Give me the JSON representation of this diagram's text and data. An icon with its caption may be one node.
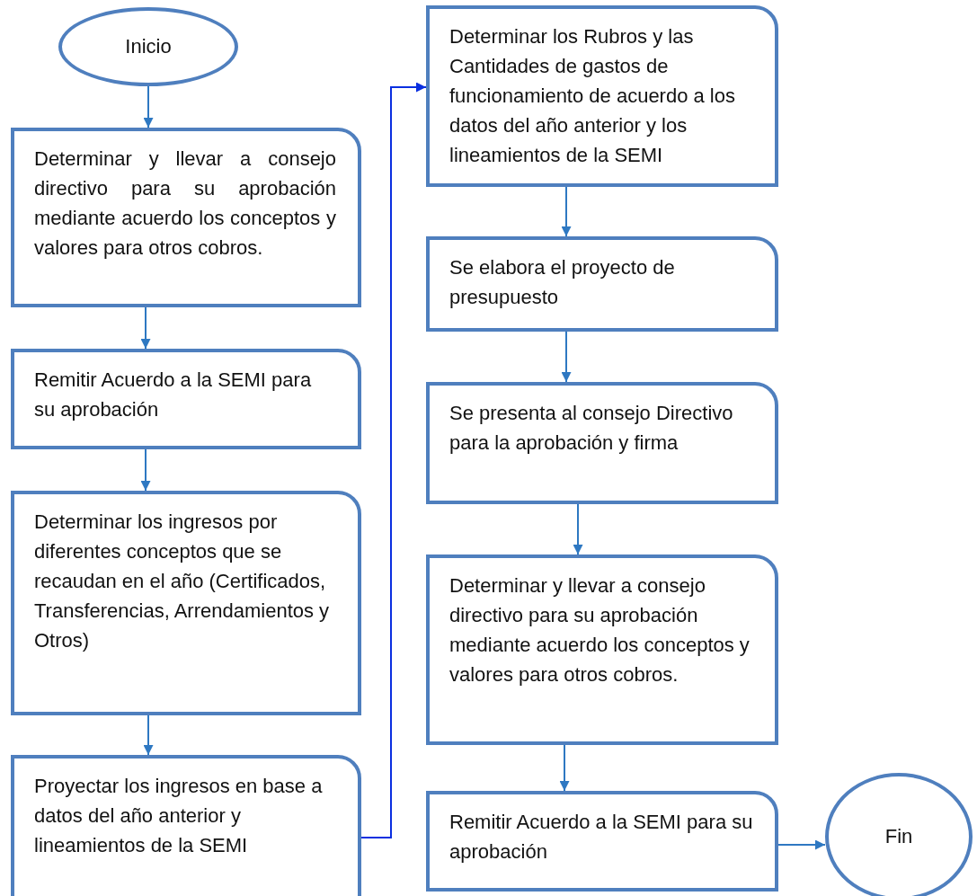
{
  "diagram": {
    "nodes": [
      {
        "text": [
          "Inicio"
        ]
      },
      {
        "text": [
          "Determinar y llevar a consejo directivo para su aprobación mediante acuerdo los conceptos y valores para otros cobros."
        ]
      },
      {
        "text": [
          "Remitir Acuerdo a la SEMI para su aprobación"
        ]
      },
      {
        "text": [
          "Determinar los ingresos por diferentes conceptos que se recaudan en el año (Certificados, Transferencias, Arrendamientos y Otros)"
        ]
      },
      {
        "text": [
          "Proyectar los ingresos en base a datos del año anterior y lineamientos de la SEMI"
        ]
      },
      {
        "text": [
          "Determinar los Rubros y las Cantidades de gastos de funcionamiento de acuerdo a los datos del año anterior y los lineamientos de la SEMI"
        ]
      },
      {
        "text": [
          "Se elabora el proyecto de presupuesto"
        ]
      },
      {
        "text": [
          "Se presenta al consejo Directivo para la aprobación y firma"
        ]
      },
      {
        "text": [
          "Determinar y llevar a consejo directivo para su aprobación mediante acuerdo los conceptos y valores para otros cobros."
        ]
      },
      {
        "text": [
          "Remitir Acuerdo a la SEMI para su aprobación"
        ]
      },
      {
        "text": [
          "Fin"
        ]
      }
    ],
    "edges": [
      {
        "from": 0,
        "to": 1,
        "arrow": "to"
      },
      {
        "from": 1,
        "to": 2,
        "arrow": "to"
      },
      {
        "from": 2,
        "to": 3,
        "arrow": "to"
      },
      {
        "from": 3,
        "to": 4,
        "arrow": "to"
      },
      {
        "from": 4,
        "to": 5,
        "arrow": "to",
        "color": "#0a2fe0"
      },
      {
        "from": 5,
        "to": 6,
        "arrow": "to"
      },
      {
        "from": 6,
        "to": 7,
        "arrow": "to"
      },
      {
        "from": 7,
        "to": 8,
        "arrow": "to"
      },
      {
        "from": 8,
        "to": 9,
        "arrow": "to"
      },
      {
        "from": 9,
        "to": 10,
        "arrow": "to"
      }
    ]
  }
}
